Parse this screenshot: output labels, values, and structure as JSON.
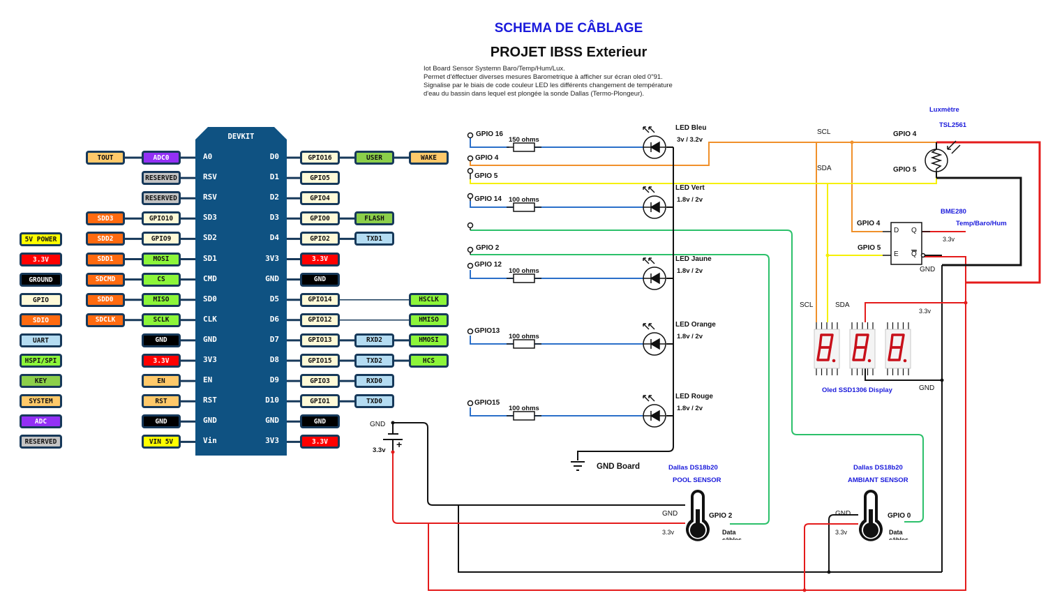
{
  "header": {
    "title": "SCHEMA DE CÂBLAGE",
    "subtitle": "PROJET IBSS Exterieur",
    "description": [
      "Iot Board Sensor Systemn Baro/Temp/Hum/Lux.",
      "Permet d'éffectuer diverses mesures Barometrique à afficher sur écran oled 0\"91.",
      "Signalise par le biais de code couleur LED les différents changement de température",
      "d'eau du bassin dans lequel est plongée la sonde Dallas (Termo-Plongeur)."
    ]
  },
  "colors": {
    "board": "#0f5282",
    "border": "#17395a",
    "title_blue": "#1a1adb",
    "wire_blue": "#2a6fc9",
    "wire_orange": "#f0902a",
    "wire_yellow": "#f5f000",
    "wire_green": "#2bc06a",
    "wire_red": "#e41b1b",
    "wire_black": "#111111"
  },
  "legend": [
    {
      "label": "5V POWER",
      "bg": "#ffff00",
      "fg": "#111"
    },
    {
      "label": "3.3V",
      "bg": "#ff0000",
      "fg": "#fff"
    },
    {
      "label": "GROUND",
      "bg": "#000000",
      "fg": "#fff"
    },
    {
      "label": "GPIO",
      "bg": "#fffad8",
      "fg": "#111"
    },
    {
      "label": "SDIO",
      "bg": "#ff6a10",
      "fg": "#fff"
    },
    {
      "label": "UART",
      "bg": "#b4dcf2",
      "fg": "#111"
    },
    {
      "label": "HSPI/SPI",
      "bg": "#8cf53a",
      "fg": "#111"
    },
    {
      "label": "KEY",
      "bg": "#8ccf4a",
      "fg": "#111"
    },
    {
      "label": "SYSTEM",
      "bg": "#ffc96a",
      "fg": "#111"
    },
    {
      "label": "ADC",
      "bg": "#9330f5",
      "fg": "#fff"
    },
    {
      "label": "RESERVED",
      "bg": "#c4c4c4",
      "fg": "#111"
    }
  ],
  "devkit": {
    "label": "DEVKIT",
    "left_pins": [
      {
        "pin": "A0",
        "tags": [
          {
            "label": "TOUT",
            "type": "SYSTEM"
          },
          {
            "label": "ADC0",
            "type": "ADC"
          }
        ]
      },
      {
        "pin": "RSV",
        "tags": [
          {
            "label": "RESERVED",
            "type": "RESERVED"
          }
        ]
      },
      {
        "pin": "RSV",
        "tags": [
          {
            "label": "RESERVED",
            "type": "RESERVED"
          }
        ]
      },
      {
        "pin": "SD3",
        "tags": [
          {
            "label": "SDD3",
            "type": "SDIO"
          },
          {
            "label": "GPIO10",
            "type": "GPIO"
          }
        ]
      },
      {
        "pin": "SD2",
        "tags": [
          {
            "label": "SDD2",
            "type": "SDIO"
          },
          {
            "label": "GPIO9",
            "type": "GPIO"
          }
        ]
      },
      {
        "pin": "SD1",
        "tags": [
          {
            "label": "SDD1",
            "type": "SDIO"
          },
          {
            "label": "MOSI",
            "type": "HSPI/SPI"
          }
        ]
      },
      {
        "pin": "CMD",
        "tags": [
          {
            "label": "SDCMD",
            "type": "SDIO"
          },
          {
            "label": "CS",
            "type": "HSPI/SPI"
          }
        ]
      },
      {
        "pin": "SD0",
        "tags": [
          {
            "label": "SDD0",
            "type": "SDIO"
          },
          {
            "label": "MISO",
            "type": "HSPI/SPI"
          }
        ]
      },
      {
        "pin": "CLK",
        "tags": [
          {
            "label": "SDCLK",
            "type": "SDIO"
          },
          {
            "label": "SCLK",
            "type": "HSPI/SPI"
          }
        ]
      },
      {
        "pin": "GND",
        "tags": [
          {
            "label": "GND",
            "type": "GROUND"
          }
        ]
      },
      {
        "pin": "3V3",
        "tags": [
          {
            "label": "3.3V",
            "type": "3.3V"
          }
        ]
      },
      {
        "pin": "EN",
        "tags": [
          {
            "label": "EN",
            "type": "SYSTEM"
          }
        ]
      },
      {
        "pin": "RST",
        "tags": [
          {
            "label": "RST",
            "type": "SYSTEM"
          }
        ]
      },
      {
        "pin": "GND",
        "tags": [
          {
            "label": "GND",
            "type": "GROUND"
          }
        ]
      },
      {
        "pin": "Vin",
        "tags": [
          {
            "label": "VIN 5V",
            "type": "5V POWER"
          }
        ]
      }
    ],
    "right_pins": [
      {
        "pin": "D0",
        "tags": [
          {
            "label": "GPIO16",
            "type": "GPIO",
            "col": 0
          },
          {
            "label": "USER",
            "type": "KEY",
            "col": 1
          },
          {
            "label": "WAKE",
            "type": "SYSTEM",
            "col": 2
          }
        ]
      },
      {
        "pin": "D1",
        "tags": [
          {
            "label": "GPIO5",
            "type": "GPIO",
            "col": 0
          }
        ]
      },
      {
        "pin": "D2",
        "tags": [
          {
            "label": "GPIO4",
            "type": "GPIO",
            "col": 0
          }
        ]
      },
      {
        "pin": "D3",
        "tags": [
          {
            "label": "GPIO0",
            "type": "GPIO",
            "col": 0
          },
          {
            "label": "FLASH",
            "type": "KEY",
            "col": 1
          }
        ]
      },
      {
        "pin": "D4",
        "tags": [
          {
            "label": "GPIO2",
            "type": "GPIO",
            "col": 0
          },
          {
            "label": "TXD1",
            "type": "UART",
            "col": 1
          }
        ]
      },
      {
        "pin": "3V3",
        "tags": [
          {
            "label": "3.3V",
            "type": "3.3V",
            "col": 0
          }
        ]
      },
      {
        "pin": "GND",
        "tags": [
          {
            "label": "GND",
            "type": "GROUND",
            "col": 0
          }
        ]
      },
      {
        "pin": "D5",
        "tags": [
          {
            "label": "GPIO14",
            "type": "GPIO",
            "col": 0
          },
          {
            "label": "HSCLK",
            "type": "HSPI/SPI",
            "col": 2
          }
        ]
      },
      {
        "pin": "D6",
        "tags": [
          {
            "label": "GPIO12",
            "type": "GPIO",
            "col": 0
          },
          {
            "label": "HMISO",
            "type": "HSPI/SPI",
            "col": 2
          }
        ]
      },
      {
        "pin": "D7",
        "tags": [
          {
            "label": "GPIO13",
            "type": "GPIO",
            "col": 0
          },
          {
            "label": "RXD2",
            "type": "UART",
            "col": 1
          },
          {
            "label": "HMOSI",
            "type": "HSPI/SPI",
            "col": 2
          }
        ]
      },
      {
        "pin": "D8",
        "tags": [
          {
            "label": "GPIO15",
            "type": "GPIO",
            "col": 0
          },
          {
            "label": "TXD2",
            "type": "UART",
            "col": 1
          },
          {
            "label": "HCS",
            "type": "HSPI/SPI",
            "col": 2
          }
        ]
      },
      {
        "pin": "D9",
        "tags": [
          {
            "label": "GPIO3",
            "type": "GPIO",
            "col": 0
          },
          {
            "label": "RXD0",
            "type": "UART",
            "col": 1
          }
        ]
      },
      {
        "pin": "D10",
        "tags": [
          {
            "label": "GPIO1",
            "type": "GPIO",
            "col": 0
          },
          {
            "label": "TXD0",
            "type": "UART",
            "col": 1
          }
        ]
      },
      {
        "pin": "GND",
        "tags": [
          {
            "label": "GND",
            "type": "GROUND",
            "col": 0
          }
        ]
      },
      {
        "pin": "3V3",
        "tags": [
          {
            "label": "3.3V",
            "type": "3.3V",
            "col": 0
          }
        ]
      }
    ]
  },
  "leds": [
    {
      "gpio": "GPIO 16",
      "resistor": "150 ohms",
      "name": "LED Bleu",
      "voltage": "3v / 3.2v"
    },
    {
      "gpio": "GPIO 14",
      "resistor": "100 ohms",
      "name": "LED Vert",
      "voltage": "1.8v / 2v"
    },
    {
      "gpio": "GPIO 12",
      "resistor": "100 ohms",
      "name": "LED Jaune",
      "voltage": "1.8v / 2v"
    },
    {
      "gpio": "GPIO13",
      "resistor": "100 ohms",
      "name": "LED Orange",
      "voltage": "1.8v / 2v"
    },
    {
      "gpio": "GPIO15",
      "resistor": "100 ohms",
      "name": "LED Rouge",
      "voltage": "1.8v / 2v"
    }
  ],
  "terminals": {
    "gpio4": "GPIO 4",
    "gpio5": "GPIO 5",
    "gpio2": "GPIO 2"
  },
  "ground": {
    "label": "GND Board"
  },
  "battery": {
    "gnd": "GND",
    "vcc": "3.3v",
    "plus": "+"
  },
  "i2c": {
    "scl": "SCL",
    "sda": "SDA"
  },
  "luxmeter": {
    "title": "Luxmètre",
    "model": "TSL2561",
    "pin1": "GPIO 4",
    "pin2": "GPIO 5"
  },
  "bme280": {
    "title": "BME280",
    "subtitle": "Temp/Baro/Hum",
    "pin_d_label": "GPIO 4",
    "pin_e_label": "GPIO 5",
    "d": "D",
    "e": "E",
    "q": "Q",
    "qbar": "Q",
    "vcc": "3.3v",
    "gnd": "GND"
  },
  "oled": {
    "label": "Oled SSD1306 Display",
    "scl": "SCL",
    "sda": "SDA",
    "vcc": "3.3v",
    "gnd": "GND",
    "digits": 3
  },
  "pool_sensor": {
    "title": "Dallas DS18b20",
    "subtitle": "POOL SENSOR",
    "gnd": "GND",
    "vcc": "3.3v",
    "gpio": "GPIO 2",
    "data": "Data",
    "data2": "câbles"
  },
  "ambient_sensor": {
    "title": "Dallas DS18b20",
    "subtitle": "AMBIANT SENSOR",
    "gnd": "GND",
    "vcc": "3.3v",
    "gpio": "GPIO 0",
    "data": "Data",
    "data2": "câbles"
  }
}
